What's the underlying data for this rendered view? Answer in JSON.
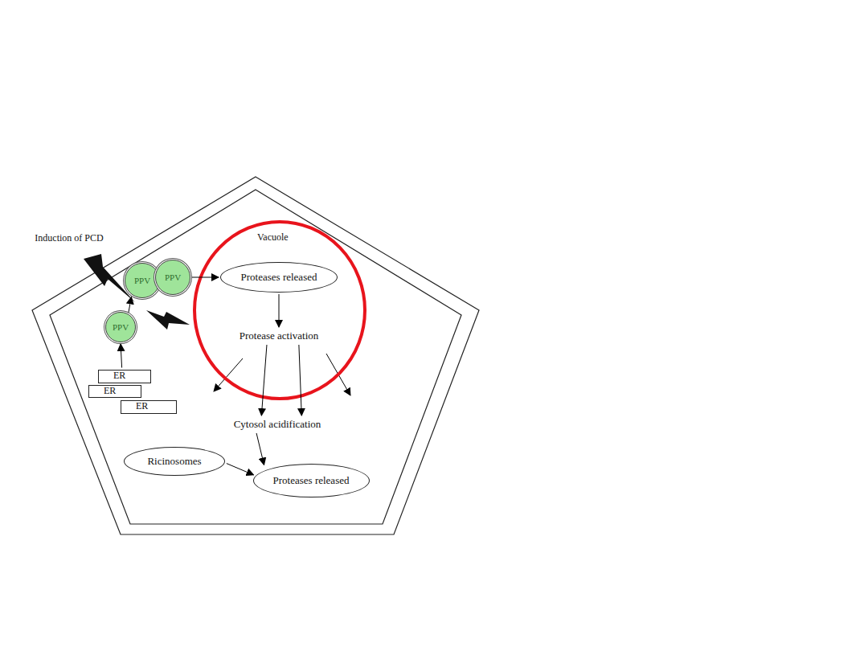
{
  "diagram": {
    "nodes": [
      {
        "text": [
          "PPV"
        ]
      },
      {
        "text": [
          "PPV"
        ]
      },
      {
        "text": [
          "Proteases released"
        ]
      },
      {
        "text": [
          "Protease activation"
        ]
      },
      {
        "text": [
          "PPV"
        ]
      },
      {
        "text": [
          "ER"
        ]
      },
      {
        "text": [
          "ER"
        ]
      },
      {
        "text": [
          "ER"
        ]
      },
      {
        "text": [
          "Cytosol acidification"
        ]
      },
      {
        "text": [
          "Ricinosomes"
        ]
      },
      {
        "text": [
          "Proteases released"
        ]
      }
    ],
    "edges": [
      {
        "from": 5,
        "to": 4,
        "arrow": "to"
      },
      {
        "from": 4,
        "to": 0,
        "arrow": "to"
      },
      {
        "from": 1,
        "to": 2,
        "arrow": "to"
      },
      {
        "from": 2,
        "to": 3,
        "arrow": "to"
      },
      {
        "from": 3,
        "to": 8,
        "arrow": "to"
      },
      {
        "from": 3,
        "to": 8,
        "arrow": "to"
      },
      {
        "from": 8,
        "to": 10,
        "arrow": "to"
      },
      {
        "from": 9,
        "to": 10,
        "arrow": "to"
      }
    ],
    "labels": [
      "Induction of PCD",
      "Vacuole"
    ]
  }
}
